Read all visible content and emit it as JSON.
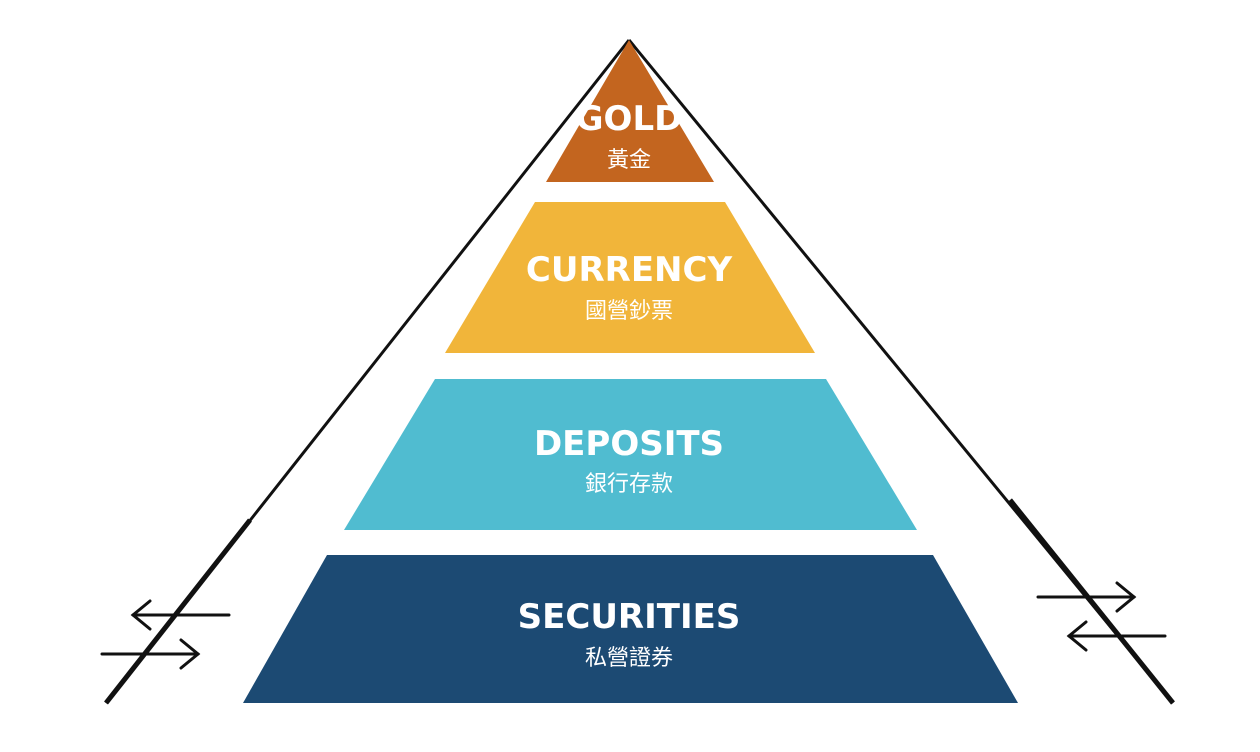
{
  "tiers": [
    {
      "key": "gold",
      "title": "GOLD",
      "subtitle": "黃金",
      "color": "#c3651f"
    },
    {
      "key": "currency",
      "title": "CURRENCY",
      "subtitle": "國營鈔票",
      "color": "#f1b53a"
    },
    {
      "key": "deposits",
      "title": "DEPOSITS",
      "subtitle": "銀行存款",
      "color": "#50bcd0"
    },
    {
      "key": "securities",
      "title": "SECURITIES",
      "subtitle": "私營證券",
      "color": "#1c4a73"
    }
  ],
  "line_color": "#111111"
}
